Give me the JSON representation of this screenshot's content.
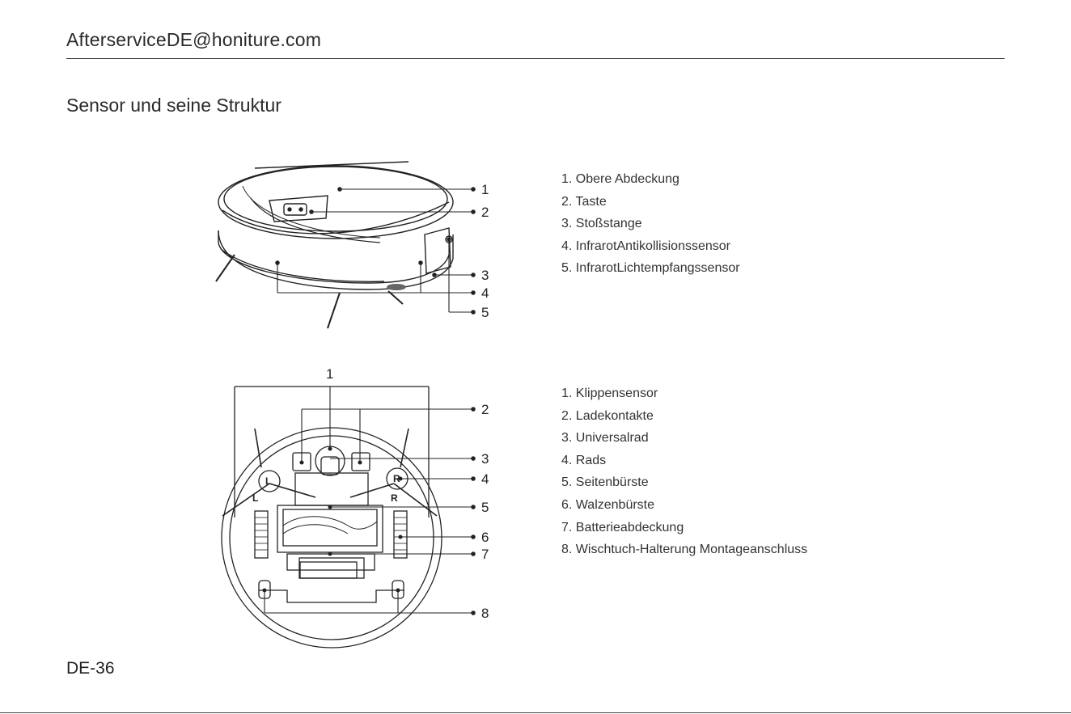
{
  "header": {
    "email": "AfterserviceDE@honiture.com"
  },
  "section": {
    "title": "Sensor und seine Struktur"
  },
  "top_diagram": {
    "callouts": [
      "1",
      "2",
      "3",
      "4",
      "5"
    ],
    "legend": [
      "1. Obere Abdeckung",
      "2. Taste",
      "3. Stoßstange",
      "4. InfrarotAntikollisionssensor",
      "5. InfrarotLichtempfangssensor"
    ]
  },
  "bottom_diagram": {
    "callouts": [
      "1",
      "2",
      "3",
      "4",
      "5",
      "6",
      "7",
      "8"
    ],
    "wheel_left_mark": "L",
    "wheel_right_mark": "R",
    "body_left_mark": "L",
    "body_right_mark": "R",
    "legend": [
      "1. Klippensensor",
      "2. Ladekontakte",
      "3. Universalrad",
      "4. Rads",
      "5. Seitenbürste",
      "6. Walzenbürste",
      "7. Batterieabdeckung",
      "8. Wischtuch-Halterung Montageanschluss"
    ]
  },
  "footer": {
    "page_number": "DE-36"
  }
}
